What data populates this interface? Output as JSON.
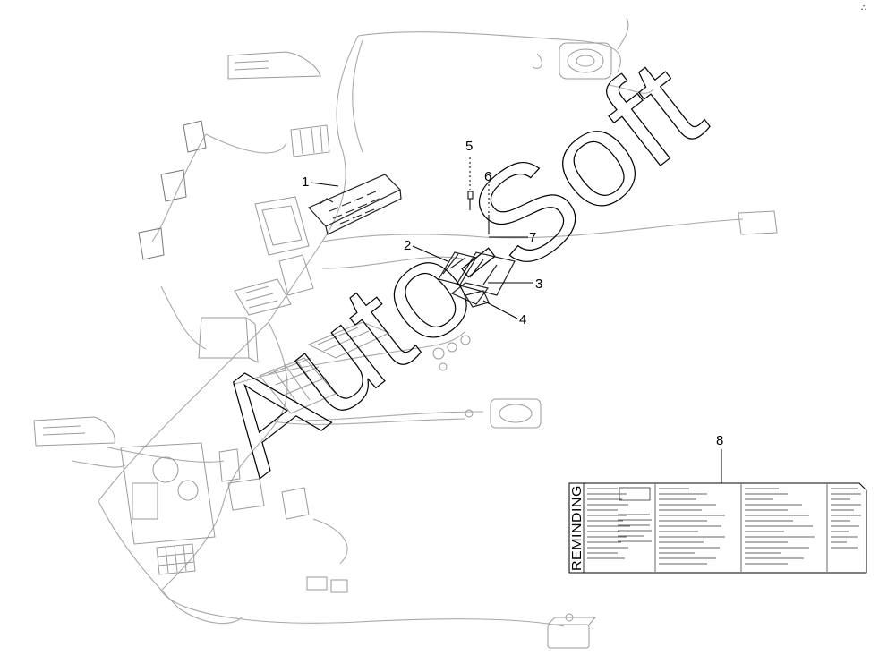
{
  "diagram": {
    "callouts": [
      "1",
      "2",
      "3",
      "4",
      "5",
      "6",
      "7",
      "8"
    ],
    "watermark": "Auto-Soft",
    "label_card_title": "REMINDING",
    "corner_mark": "∴"
  },
  "colors": {
    "line_art": "#9a9a9a",
    "highlight_parts": "#222222",
    "callout": "#000000"
  }
}
